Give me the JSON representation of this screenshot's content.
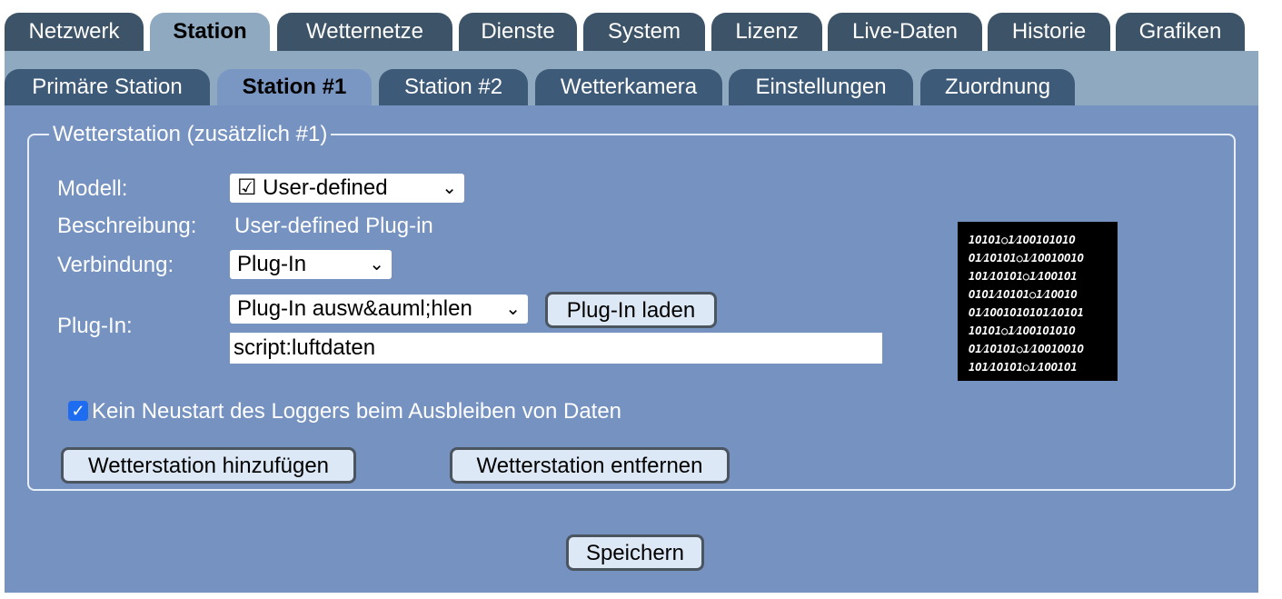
{
  "main_tabs": [
    "Netzwerk",
    "Station",
    "Wetternetze",
    "Dienste",
    "System",
    "Lizenz",
    "Live-Daten",
    "Historie",
    "Grafiken"
  ],
  "sub_tabs": [
    "Primäre Station",
    "Station #1",
    "Station #2",
    "Wetterkamera",
    "Einstellungen",
    "Zuordnung"
  ],
  "fieldset": {
    "legend": "Wetterstation (zusätzlich #1)"
  },
  "form": {
    "model_label": "Modell:",
    "model_value": "☑ User-defined",
    "description_label": "Beschreibung:",
    "description_value": "User-defined Plug-in",
    "connection_label": "Verbindung:",
    "connection_value": "Plug-In",
    "plugin_label": "Plug-In:",
    "plugin_select_value": "Plug-In ausw&auml;hlen",
    "plugin_load_button": "Plug-In laden",
    "plugin_script_value": "script:luftdaten",
    "no_restart_label": "Kein Neustart des Loggers beim Ausbleiben von Daten"
  },
  "buttons": {
    "add_station": "Wetterstation hinzufügen",
    "remove_station": "Wetterstation entfernen",
    "save": "Speichern"
  },
  "logo_lines": [
    "1O1O1○1⁄1OO1O1O1O",
    "O1⁄1O1O1○1⁄1OO1OO1O",
    "1O1⁄1O1O1○1⁄1OO1O1",
    "O1O1⁄1O1O1○1⁄1OO1O",
    "O1⁄1OO1O1O1O1⁄1O1O1",
    "1O1O1○1⁄1OO1O1O1O",
    "O1⁄1O1O1○1⁄1OO1OO1O",
    "1O1⁄1O1O1○1⁄1OO1O1"
  ],
  "colors": {
    "main_tab_bg": "#3d5468",
    "sub_tab_bg": "#3d5a78",
    "panel_bg": "#7592c0",
    "button_bg": "#dde8f6"
  }
}
